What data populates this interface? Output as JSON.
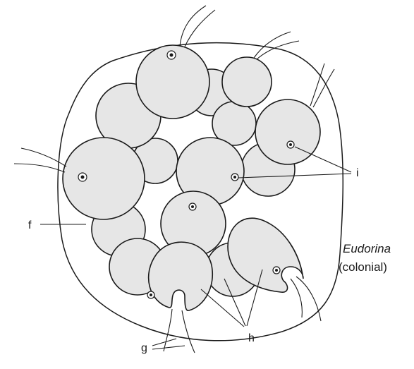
{
  "labels": {
    "f": "f",
    "g": "g",
    "h": "h",
    "i": "i"
  },
  "caption": {
    "name": "Eudorina",
    "type": "(colonial)"
  },
  "colors": {
    "ink": "#1a1a1a",
    "cell_fill": "#e6e6e6",
    "stipple": "#444444"
  }
}
